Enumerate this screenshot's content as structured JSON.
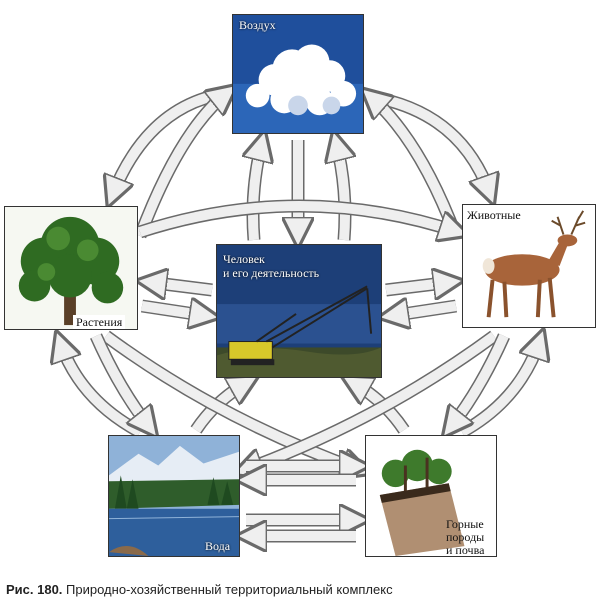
{
  "nodes": {
    "air": {
      "label": "Воздух"
    },
    "plants": {
      "label": "Растения"
    },
    "animals": {
      "label": "Животные"
    },
    "human": {
      "label_line1": "Человек",
      "label_line2": "и его деятельность"
    },
    "water": {
      "label": "Вода"
    },
    "rocks": {
      "label_line1": "Горные",
      "label_line2": "породы",
      "label_line3": "и почва"
    }
  },
  "caption": {
    "figure": "Рис. 180.",
    "text": "Природно-хозяйственный территориальный комплекс"
  },
  "colors": {
    "arrow_fill": "#efefef",
    "arrow_stroke": "#6a6a6a"
  }
}
